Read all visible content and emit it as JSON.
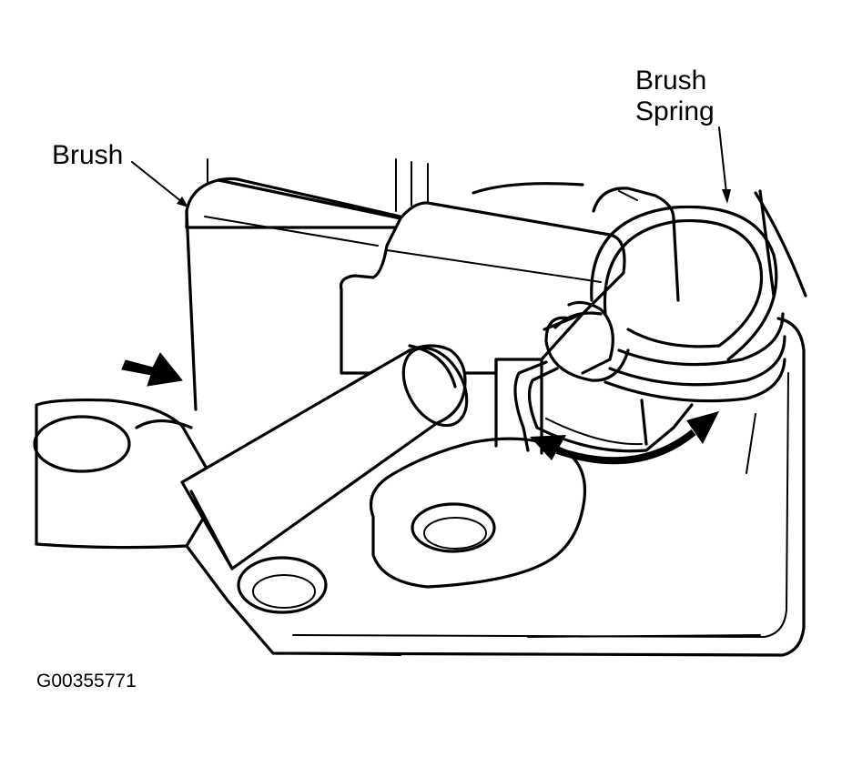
{
  "labels": {
    "brush": "Brush",
    "brush_spring_line1": "Brush",
    "brush_spring_line2": "Spring",
    "figure_code": "G00355771"
  },
  "colors": {
    "ink": "#000000",
    "paper": "#ffffff"
  },
  "icons": {
    "pointer_arrow": "bold-arrow-right-icon",
    "rotation_arrow": "curved-double-arrow-icon"
  }
}
